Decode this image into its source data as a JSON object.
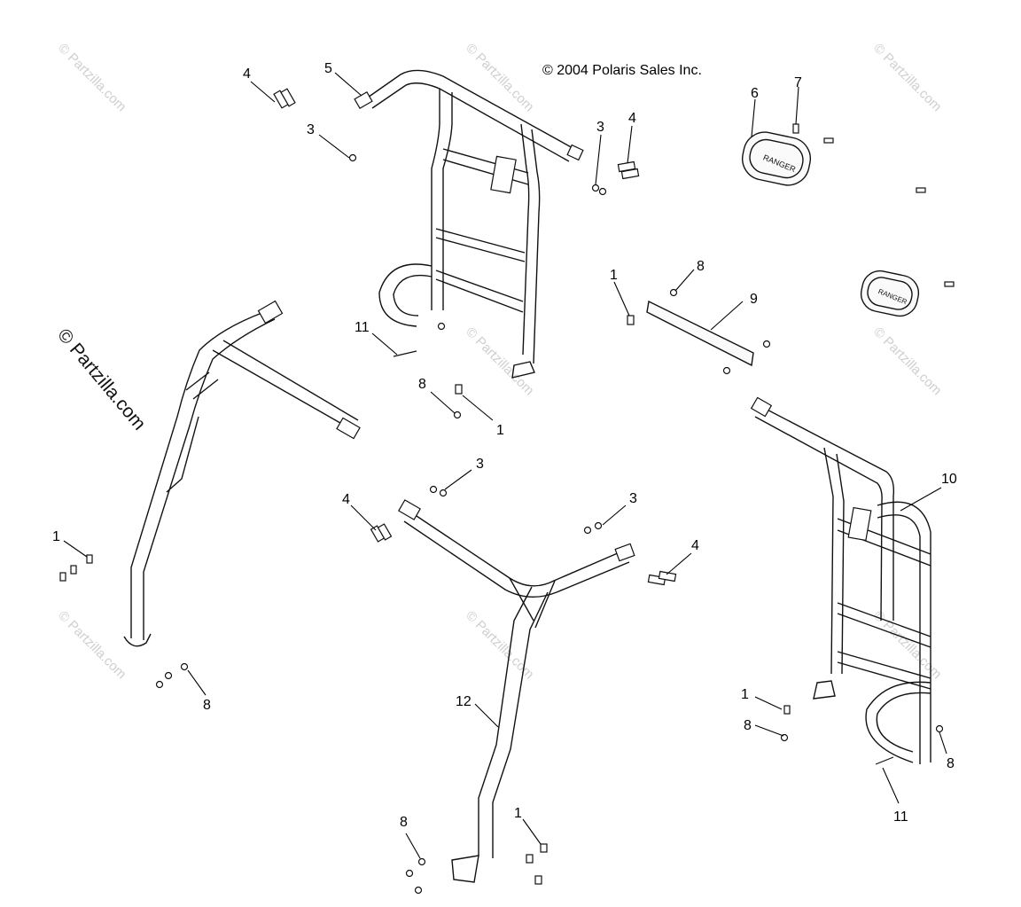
{
  "copyright": "© 2004 Polaris Sales Inc.",
  "watermark": {
    "small": "© Partzilla.com",
    "large": "© Partzilla.com"
  },
  "callouts": {
    "c1a": "1",
    "c1b": "1",
    "c1c": "1",
    "c1d": "1",
    "c1e": "1",
    "c3a": "3",
    "c3b": "3",
    "c3c": "3",
    "c3d": "3",
    "c4a": "4",
    "c4b": "4",
    "c4c": "4",
    "c4d": "4",
    "c5": "5",
    "c6": "6",
    "c7": "7",
    "c8a": "8",
    "c8b": "8",
    "c8c": "8",
    "c8d": "8",
    "c8e": "8",
    "c8f": "8",
    "c9": "9",
    "c10": "10",
    "c11a": "11",
    "c11b": "11",
    "c12": "12"
  },
  "parts": {
    "badge_brand": "RANGER"
  }
}
